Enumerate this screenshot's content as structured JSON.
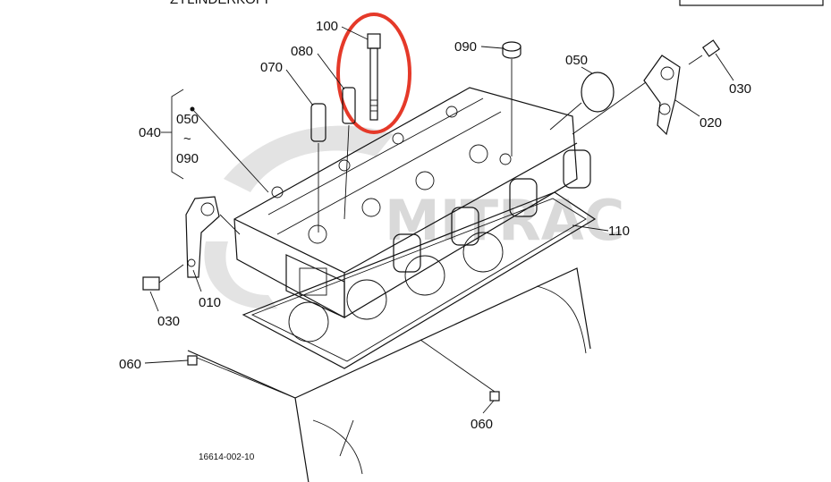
{
  "header": {
    "title_partial": "ZYLINDERKOPF"
  },
  "parts": {
    "p100": "100",
    "p090_top": "090",
    "p080": "080",
    "p070": "070",
    "p050": "050",
    "p040": "040",
    "p050_range_start": "050",
    "p_range_tilde": "~",
    "p090_range_end": "090",
    "p030_right": "030",
    "p020": "020",
    "p110": "110",
    "p010": "010",
    "p030_left": "030",
    "p060_left": "060",
    "p060_bottom": "060"
  },
  "figure_code": "16614-002-10",
  "watermark": {
    "text": "MITRAC"
  },
  "colors": {
    "highlight": "#e53929",
    "ink": "#111111",
    "watermark": "#d9d9d9"
  }
}
